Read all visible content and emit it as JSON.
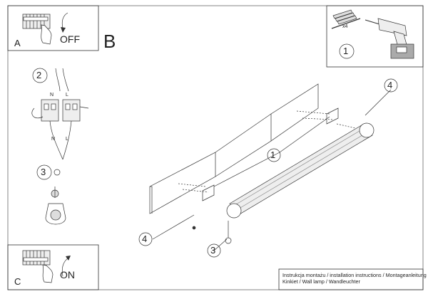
{
  "panels": {
    "a": {
      "letter": "A",
      "switch_label": "OFF"
    },
    "c": {
      "letter": "C",
      "switch_label": "ON"
    }
  },
  "section_letter": "B",
  "tools": {
    "anchor_quantity": "x4",
    "step_number": "1"
  },
  "steps": {
    "wiring": {
      "number": "2",
      "neutral": "N",
      "live": "L"
    },
    "earth": {
      "number": "3"
    }
  },
  "callouts": {
    "fixing_screws": "1",
    "mounting_bracket": "4",
    "earth_screw": "3"
  },
  "footer": {
    "line1": "Instrukcja montażu / installation instructions / Montageanleitung",
    "line2": "Kinkiet / Wall lamp / Wandleuchter"
  }
}
